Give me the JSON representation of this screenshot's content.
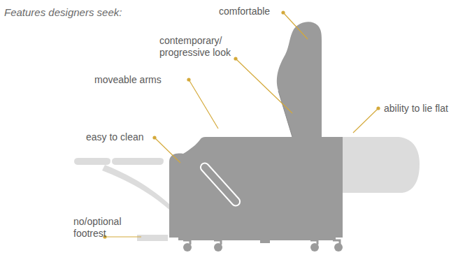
{
  "diagram": {
    "title": "Features designers seek:",
    "labels": [
      "comfortable",
      "contemporary/ progressive look",
      "moveable arms",
      "ability to lie flat",
      "easy to clean",
      "no/optional footrest"
    ]
  }
}
